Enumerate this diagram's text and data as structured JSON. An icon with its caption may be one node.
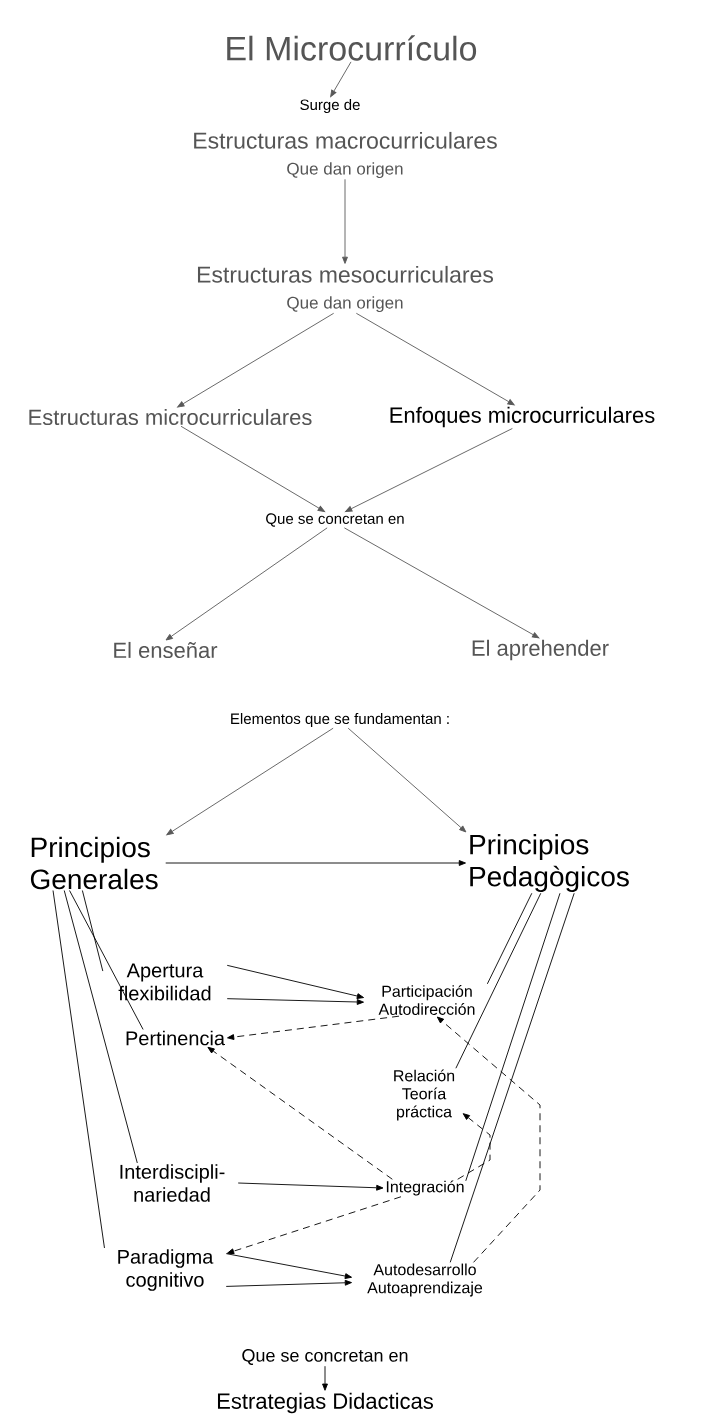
{
  "diagram": {
    "nodes": [
      {
        "text": [
          "El Microcurrículo"
        ]
      },
      {
        "text": [
          "Surge de"
        ]
      },
      {
        "text": [
          "Estructuras macrocurriculares",
          "Que dan origen"
        ]
      },
      {
        "text": [
          "Estructuras mesocurriculares",
          "Que dan origen"
        ]
      },
      {
        "text": [
          "Estructuras microcurriculares"
        ]
      },
      {
        "text": [
          "Enfoques microcurriculares"
        ]
      },
      {
        "text": [
          "Que se concretan en"
        ]
      },
      {
        "text": [
          "El enseñar"
        ]
      },
      {
        "text": [
          "El aprehender"
        ]
      },
      {
        "text": [
          "Elementos que se fundamentan :"
        ]
      },
      {
        "text": [
          "Principios Generales"
        ]
      },
      {
        "text": [
          "Principios Pedagògicos"
        ]
      },
      {
        "text": [
          "Apertura flexibilidad"
        ]
      },
      {
        "text": [
          "Pertinencia"
        ]
      },
      {
        "text": [
          "Interdiscipli- nariedad"
        ]
      },
      {
        "text": [
          "Paradigma cognitivo"
        ]
      },
      {
        "text": [
          "Participación Autodirección"
        ]
      },
      {
        "text": [
          "Relación Teoría práctica"
        ]
      },
      {
        "text": [
          "Integración"
        ]
      },
      {
        "text": [
          "Autodesarrollo Autoaprendizaje"
        ]
      },
      {
        "text": [
          "Que  se concretan en"
        ]
      },
      {
        "text": [
          "Estrategias Didacticas"
        ]
      }
    ],
    "edges": [
      {
        "from": 0,
        "to": 1,
        "arrow": "to",
        "color": "#595959"
      },
      {
        "from": 2,
        "to": 3,
        "arrow": "to",
        "color": "#595959"
      },
      {
        "from": 3,
        "to": 4,
        "arrow": "to",
        "color": "#595959"
      },
      {
        "from": 3,
        "to": 5,
        "arrow": "to",
        "color": "#595959"
      },
      {
        "from": 4,
        "to": 6,
        "arrow": "to",
        "color": "#595959"
      },
      {
        "from": 5,
        "to": 6,
        "arrow": "to",
        "color": "#595959"
      },
      {
        "from": 6,
        "to": 7,
        "arrow": "to",
        "color": "#595959"
      },
      {
        "from": 6,
        "to": 8,
        "arrow": "to",
        "color": "#595959"
      },
      {
        "from": 9,
        "to": 10,
        "arrow": "to",
        "color": "#595959"
      },
      {
        "from": 9,
        "to": 11,
        "arrow": "to",
        "color": "#595959"
      },
      {
        "from": 10,
        "to": 11,
        "arrow": "to"
      },
      {
        "from": 10,
        "to": 12,
        "arrow": "none"
      },
      {
        "from": 10,
        "to": 13,
        "arrow": "none"
      },
      {
        "from": 10,
        "to": 14,
        "arrow": "none"
      },
      {
        "from": 10,
        "to": 15,
        "arrow": "none"
      },
      {
        "from": 12,
        "to": 16,
        "arrow": "to"
      },
      {
        "from": 12,
        "to": 16,
        "arrow": "to"
      },
      {
        "from": 16,
        "to": 13,
        "arrow": "to",
        "style": "dashed"
      },
      {
        "from": 18,
        "to": 13,
        "arrow": "to",
        "style": "dashed"
      },
      {
        "from": 14,
        "to": 18,
        "arrow": "to"
      },
      {
        "from": 18,
        "to": 15,
        "arrow": "to",
        "style": "dashed"
      },
      {
        "from": 15,
        "to": 19,
        "arrow": "to"
      },
      {
        "from": 15,
        "to": 19,
        "arrow": "to"
      },
      {
        "from": 11,
        "to": 16,
        "arrow": "none"
      },
      {
        "from": 11,
        "to": 17,
        "arrow": "none"
      },
      {
        "from": 11,
        "to": 18,
        "arrow": "none"
      },
      {
        "from": 11,
        "to": 19,
        "arrow": "none"
      },
      {
        "from": 19,
        "to": 16,
        "arrow": "to",
        "style": "dashed"
      },
      {
        "from": 18,
        "to": 17,
        "arrow": "to",
        "style": "dashed"
      },
      {
        "from": 20,
        "to": 21,
        "arrow": "to"
      }
    ]
  }
}
